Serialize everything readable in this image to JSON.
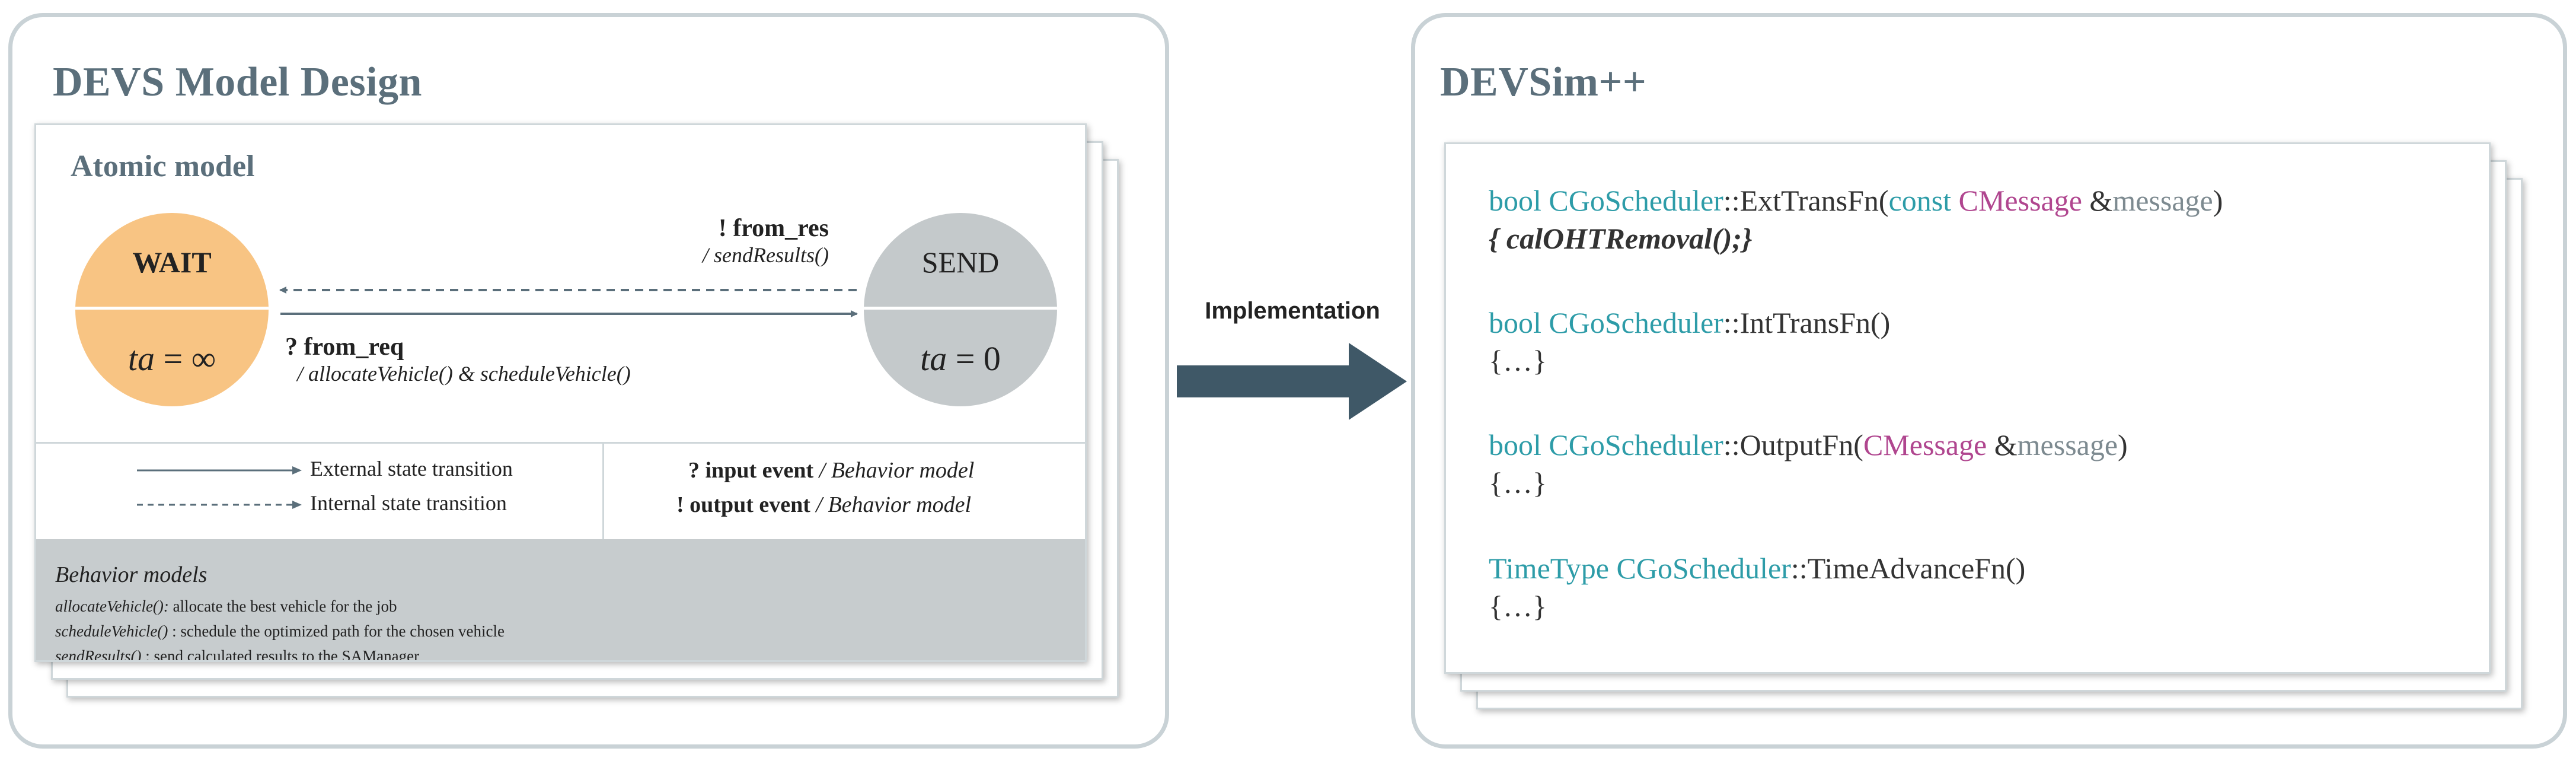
{
  "left_panel": {
    "title": "DEVS Model Design",
    "atomic_title": "Atomic model",
    "states": {
      "wait": {
        "name": "WAIT",
        "ta_var": "ta",
        "ta_eq": " = ∞"
      },
      "send": {
        "name": "SEND",
        "ta_var": "ta",
        "ta_eq": " = 0"
      }
    },
    "transitions": {
      "from_res": {
        "event": "! from_res",
        "action": "/ sendResults()"
      },
      "from_req": {
        "event": "? from_req",
        "action": "/ allocateVehicle() & scheduleVehicle()"
      }
    },
    "legend": {
      "external": "External state transition",
      "internal": "Internal state transition",
      "input_event": "? input event",
      "output_event": "! output event",
      "behavior_model": " / Behavior model"
    },
    "behavior": {
      "title": "Behavior models",
      "items": [
        {
          "fn": "allocateVehicle():",
          "desc": " allocate the best vehicle for the job"
        },
        {
          "fn": "scheduleVehicle()",
          "desc": " : schedule the optimized path for the chosen vehicle"
        },
        {
          "fn": "sendResults()",
          "desc": " : send calculated results to the SAManager"
        }
      ]
    },
    "colors": {
      "wait": "#f8c483",
      "send": "#c4c9cb",
      "title": "#5b6f7b"
    }
  },
  "implementation_label": "Implementation",
  "right_panel": {
    "title": "DEVSim++",
    "code": {
      "ext": {
        "bool": "bool ",
        "cls": "CGoScheduler",
        "fn": "::ExtTransFn(",
        "const": "const ",
        "msgtype": "CMessage",
        "amp": " &",
        "arg": "message",
        "close": ")"
      },
      "ext_body": "{ calOHTRemoval();}",
      "int": {
        "bool": "bool ",
        "cls": "CGoScheduler",
        "fn": "::IntTransFn()"
      },
      "int_body": "{…}",
      "out": {
        "bool": "bool ",
        "cls": "CGoScheduler",
        "fn": "::OutputFn(",
        "msgtype": "CMessage",
        "amp": " &",
        "arg": "message",
        "close": ")"
      },
      "out_body": "{…}",
      "ta": {
        "type": "TimeType ",
        "cls": "CGoScheduler",
        "fn": "::TimeAdvanceFn()"
      },
      "ta_body": "{…}"
    },
    "colors": {
      "keyword": "#2d9ca8",
      "type": "#b0468f"
    }
  }
}
